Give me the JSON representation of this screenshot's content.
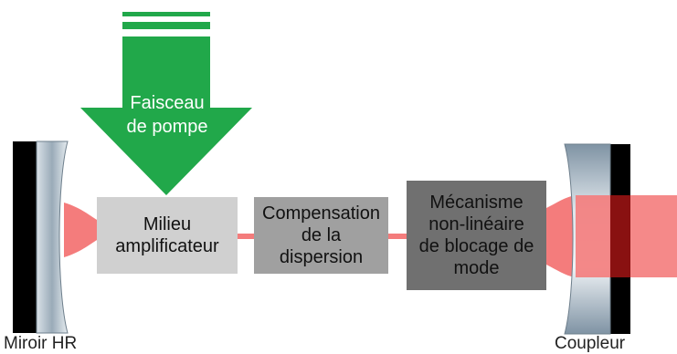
{
  "pump": {
    "label": "Faisceau\nde pompe"
  },
  "components": [
    {
      "label": "Milieu\namplificateur"
    },
    {
      "label": "Compensation\nde la\ndispersion"
    },
    {
      "label": "Mécanisme\nnon-linéaire\nde blocage de\nmode"
    }
  ],
  "mirrors": {
    "left_label": "Miroir HR",
    "right_label": "Coupleur"
  },
  "colors": {
    "pump": "#21a84a",
    "beam": "#f47c7c",
    "beam_output_overlap": "#7a0000",
    "box_light": "#d0d0d0",
    "box_mid": "#a0a0a0",
    "box_dark": "#707070"
  }
}
